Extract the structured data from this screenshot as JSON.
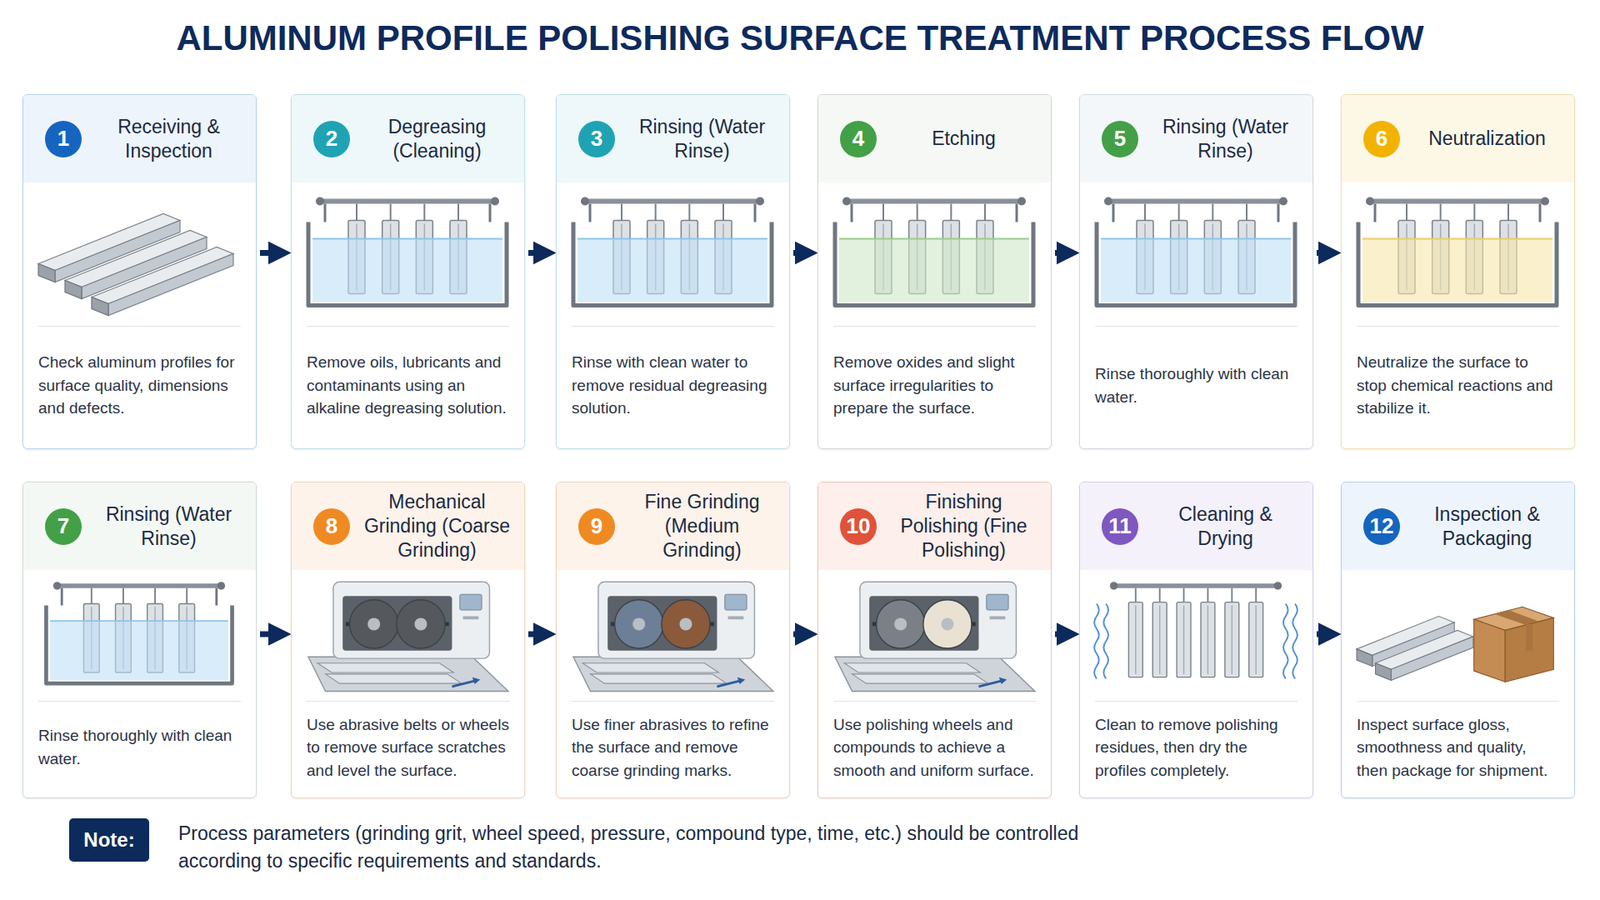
{
  "diagram": {
    "title": "ALUMINUM PROFILE POLISHING SURFACE TREATMENT PROCESS FLOW",
    "nodes": [
      {
        "text": [
          "Receiving & Inspection",
          "Check aluminum profiles for surface quality, dimensions and defects."
        ]
      },
      {
        "text": [
          "1"
        ],
        "in": 0
      },
      {
        "text": [
          "Degreasing (Cleaning)",
          "Remove oils, lubricants and contaminants using an alkaline degreasing solution."
        ]
      },
      {
        "text": [
          "2"
        ],
        "in": 2
      },
      {
        "text": [
          "Rinsing (Water Rinse)",
          "Rinse with clean water to remove residual degreasing solution."
        ]
      },
      {
        "text": [
          "3"
        ],
        "in": 4
      },
      {
        "text": [
          "Etching",
          "Remove oxides and slight surface irregularities to prepare the surface."
        ]
      },
      {
        "text": [
          "4"
        ],
        "in": 6
      },
      {
        "text": [
          "Rinsing (Water Rinse)",
          "Rinse thoroughly with clean water."
        ]
      },
      {
        "text": [
          "5"
        ],
        "in": 8
      },
      {
        "text": [
          "Neutralization",
          "Neutralize the surface to stop chemical reactions and stabilize it."
        ]
      },
      {
        "text": [
          "6"
        ],
        "in": 10
      },
      {
        "text": [
          "Rinsing (Water Rinse)",
          "Rinse thoroughly with clean water."
        ]
      },
      {
        "text": [
          "7"
        ],
        "in": 12
      },
      {
        "text": [
          "Mechanical Grinding (Coarse Grinding)",
          "Use abrasive belts or wheels to remove surface scratches and level the surface."
        ]
      },
      {
        "text": [
          "8"
        ],
        "in": 14
      },
      {
        "text": [
          "Fine Grinding (Medium Grinding)",
          "Use finer abrasives to refine the surface and remove coarse grinding marks."
        ]
      },
      {
        "text": [
          "9"
        ],
        "in": 16
      },
      {
        "text": [
          "Finishing Polishing (Fine Polishing)",
          "Use polishing wheels and compounds to achieve a smooth and uniform surface."
        ]
      },
      {
        "text": [
          "10"
        ],
        "in": 18
      },
      {
        "text": [
          "Cleaning & Drying",
          "Clean to remove polishing residues, then dry the profiles completely."
        ]
      },
      {
        "text": [
          "11"
        ],
        "in": 20
      },
      {
        "text": [
          "Inspection & Packaging",
          "Inspect surface gloss, smoothness and quality, then package for shipment."
        ]
      },
      {
        "text": [
          "12"
        ],
        "in": 22
      },
      {
        "text": [
          "Note:"
        ]
      }
    ],
    "edges": [
      {
        "from": 0,
        "to": 2,
        "arrow": "to"
      },
      {
        "from": 2,
        "to": 4,
        "arrow": "to"
      },
      {
        "from": 4,
        "to": 6,
        "arrow": "to"
      },
      {
        "from": 6,
        "to": 8,
        "arrow": "to"
      },
      {
        "from": 8,
        "to": 10,
        "arrow": "to"
      },
      {
        "from": 12,
        "to": 14,
        "arrow": "to"
      },
      {
        "from": 14,
        "to": 16,
        "arrow": "to"
      },
      {
        "from": 16,
        "to": 18,
        "arrow": "to"
      },
      {
        "from": 18,
        "to": 20,
        "arrow": "to"
      },
      {
        "from": 20,
        "to": 22,
        "arrow": "to"
      }
    ],
    "labels": [
      "Process parameters (grinding grit, wheel speed, pressure, compound type, time, etc.) should be controlled according to specific requirements and standards."
    ]
  }
}
